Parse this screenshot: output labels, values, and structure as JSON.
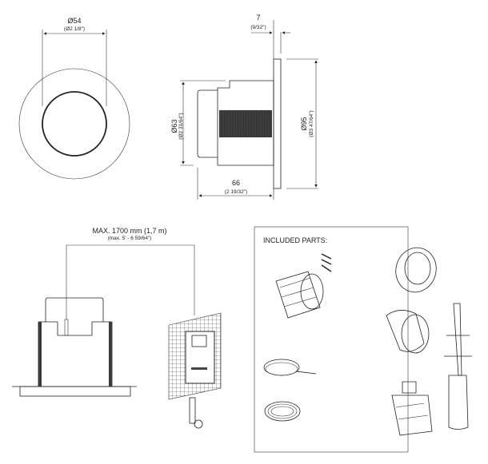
{
  "front_view": {
    "dim_mm": "Ø54",
    "dim_in": "(Ø2 1/8\")"
  },
  "side_view": {
    "flange_dim_mm": "7",
    "flange_dim_in": "(9/32\")",
    "body_dim_mm": "Ø63",
    "body_dim_in": "(Ø2 31/64\")",
    "plate_dim_mm": "Ø95",
    "plate_dim_in": "(Ø3 47/64\")",
    "length_dim_mm": "66",
    "length_dim_in": "(2 19/32\")"
  },
  "installation": {
    "max_label": "MAX. 1700 mm (1,7 m)",
    "max_label_in": "(max. 5' - 6 59/64\")"
  },
  "parts_box": {
    "title": "INCLUDED PARTS:"
  }
}
